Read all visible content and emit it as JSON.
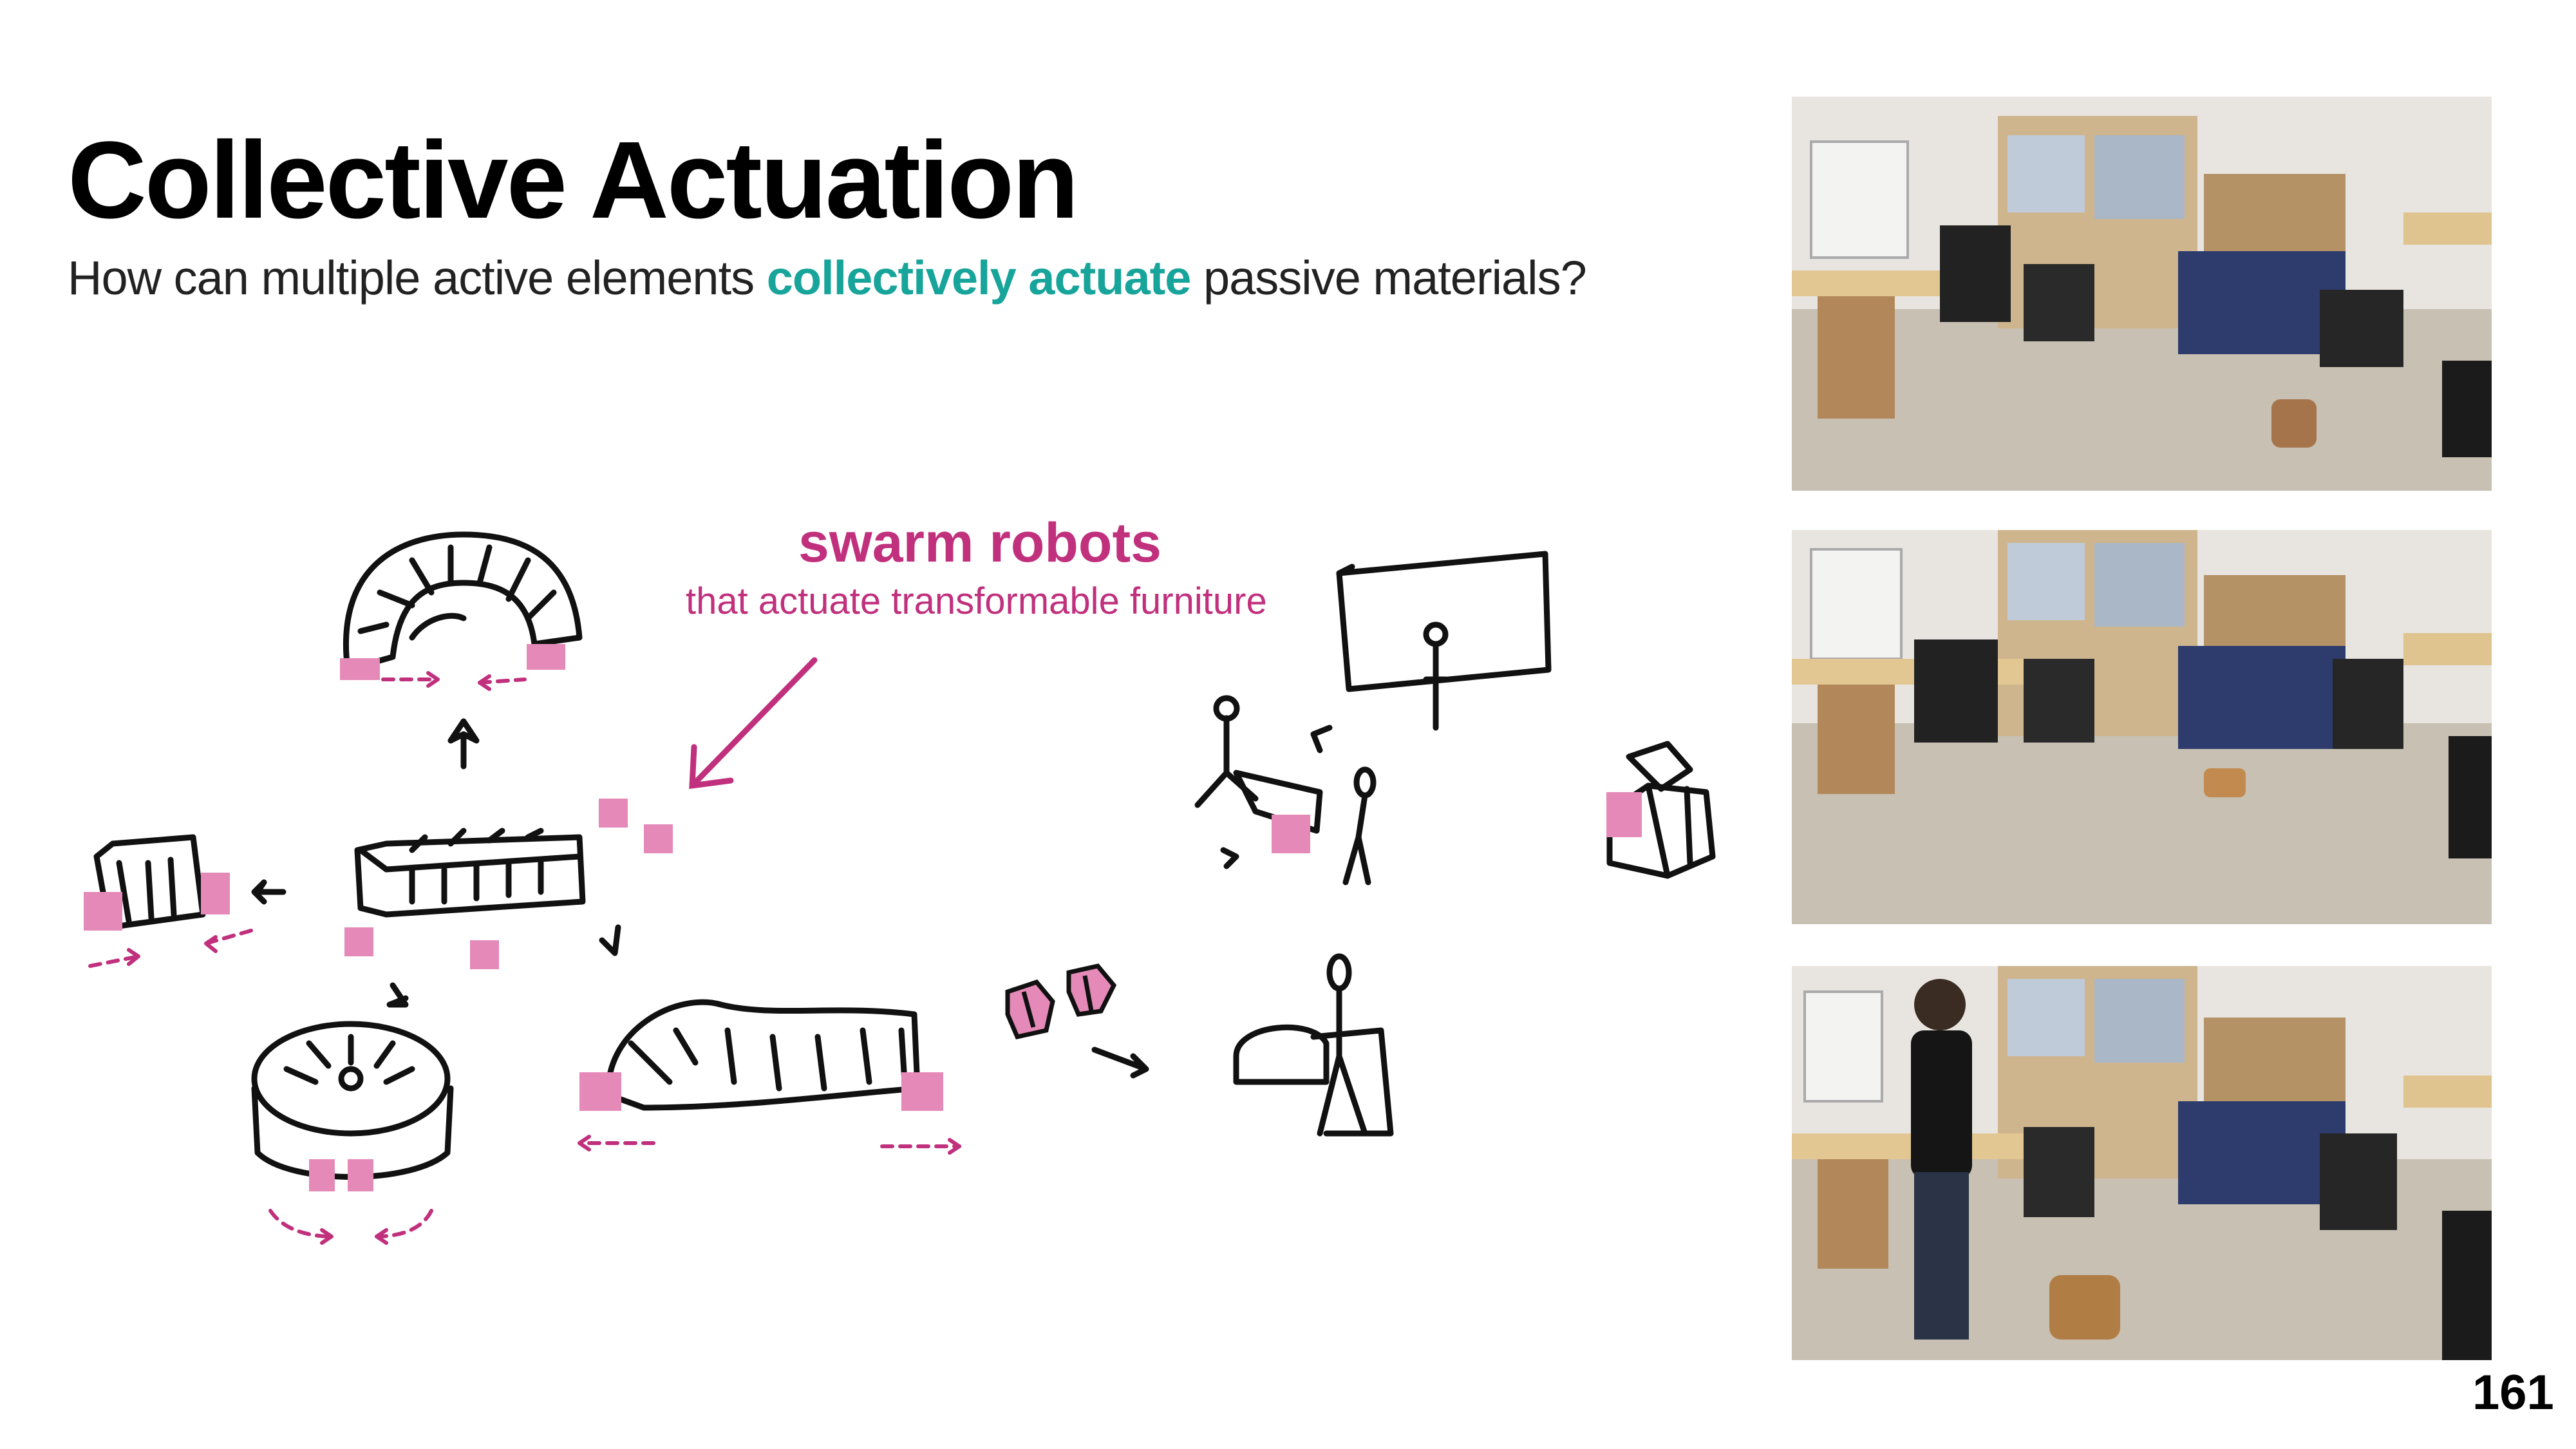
{
  "slide": {
    "title": "Collective Actuation",
    "subtitle_before": "How can multiple active elements ",
    "subtitle_emphasis": "collectively actuate",
    "subtitle_after": " passive materials?",
    "page_number": "161"
  },
  "callout": {
    "title": "swarm robots",
    "subtitle": "that actuate transformable furniture"
  },
  "colors": {
    "accent_teal": "#17a49a",
    "robot_pink": "#c0307d",
    "robot_fill": "#e58ab8"
  },
  "photos": [
    {
      "name": "lab-photo-robot-near-table"
    },
    {
      "name": "lab-photo-robot-on-floor"
    },
    {
      "name": "lab-photo-person-with-furniture"
    }
  ]
}
